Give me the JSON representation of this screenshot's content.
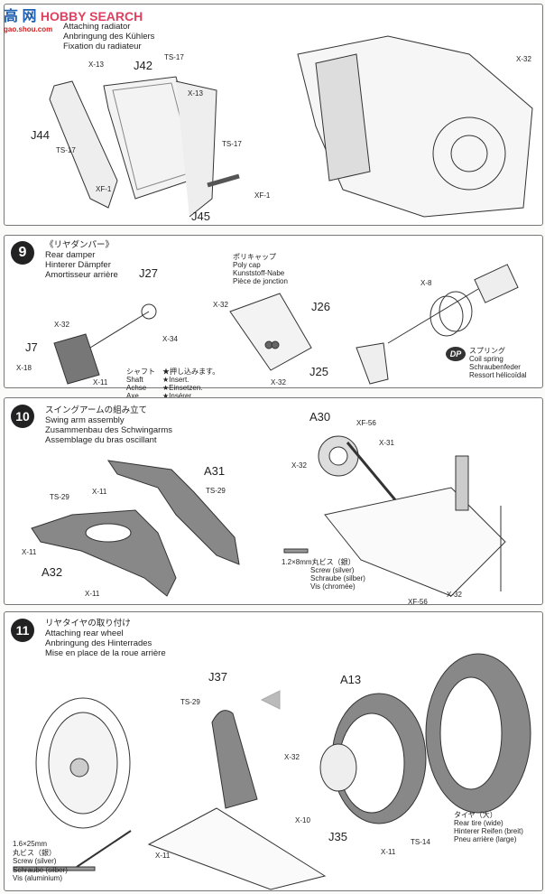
{
  "watermark": {
    "brand": "HOBBY SEARCH",
    "cn": "高 网",
    "url": "gao.shou.com"
  },
  "step8": {
    "title_en": "Attaching radiator",
    "title_de": "Anbringung des Kühlers",
    "title_fr": "Fixation du radiateur",
    "labels": [
      "X-13",
      "J42",
      "TS-17",
      "X-13",
      "J44",
      "TS-17",
      "TS-17",
      "XF-1",
      "XF-1",
      "J45",
      "X-32"
    ]
  },
  "step9": {
    "number": "9",
    "title_jp": "《リヤダンパー》",
    "title_en": "Rear damper",
    "title_de": "Hinterer Dämpfer",
    "title_fr": "Amortisseur arrière",
    "labels": [
      "J27",
      "X-32",
      "X-34",
      "J7",
      "X-18",
      "X-11",
      "X-32",
      "J26",
      "J25",
      "X-32",
      "X-8"
    ],
    "shaft": [
      "シャフト",
      "Shaft",
      "Achse",
      "Axe"
    ],
    "insert": [
      "★押し込みます。",
      "★Insert.",
      "★Einsetzen.",
      "★Insérer."
    ],
    "polycap": [
      "ポリキャップ",
      "Poly cap",
      "Kunststoff-Nabe",
      "Pièce de jonction"
    ],
    "dp": "DP",
    "spring": [
      "スプリング",
      "Coil spring",
      "Schraubenfeder",
      "Ressort hélicoïdal"
    ]
  },
  "step10": {
    "number": "10",
    "title_jp": "スイングアームの組み立て",
    "title_en": "Swing arm assembly",
    "title_de": "Zusammenbau des Schwingarms",
    "title_fr": "Assemblage du bras oscillant",
    "labels": [
      "A30",
      "XF-56",
      "X-31",
      "X-32",
      "A31",
      "TS-29",
      "X-11",
      "TS-29",
      "X-11",
      "A32",
      "X-11",
      "XF-56",
      "X-32"
    ],
    "screw": [
      "1.2×8mm丸ビス（銀）",
      "Screw (silver)",
      "Schraube (silber)",
      "Vis (chromée)"
    ]
  },
  "step11": {
    "number": "11",
    "title_jp": "リヤタイヤの取り付け",
    "title_en": "Attaching rear wheel",
    "title_de": "Anbringung des Hinterrades",
    "title_fr": "Mise en place de la roue arrière",
    "labels": [
      "A13",
      "J37",
      "TS-29",
      "X-32",
      "X-10",
      "J35",
      "X-11",
      "TS-14",
      "X-11"
    ],
    "tire": [
      "タイヤ（大）",
      "Rear tire (wide)",
      "Hinterer Reifen (breit)",
      "Pneu arrière (large)"
    ],
    "screw": [
      "1.6×25mm",
      "丸ビス（銀）",
      "Screw (silver)",
      "Schraube (silber)",
      "Vis (aluminium)"
    ]
  }
}
